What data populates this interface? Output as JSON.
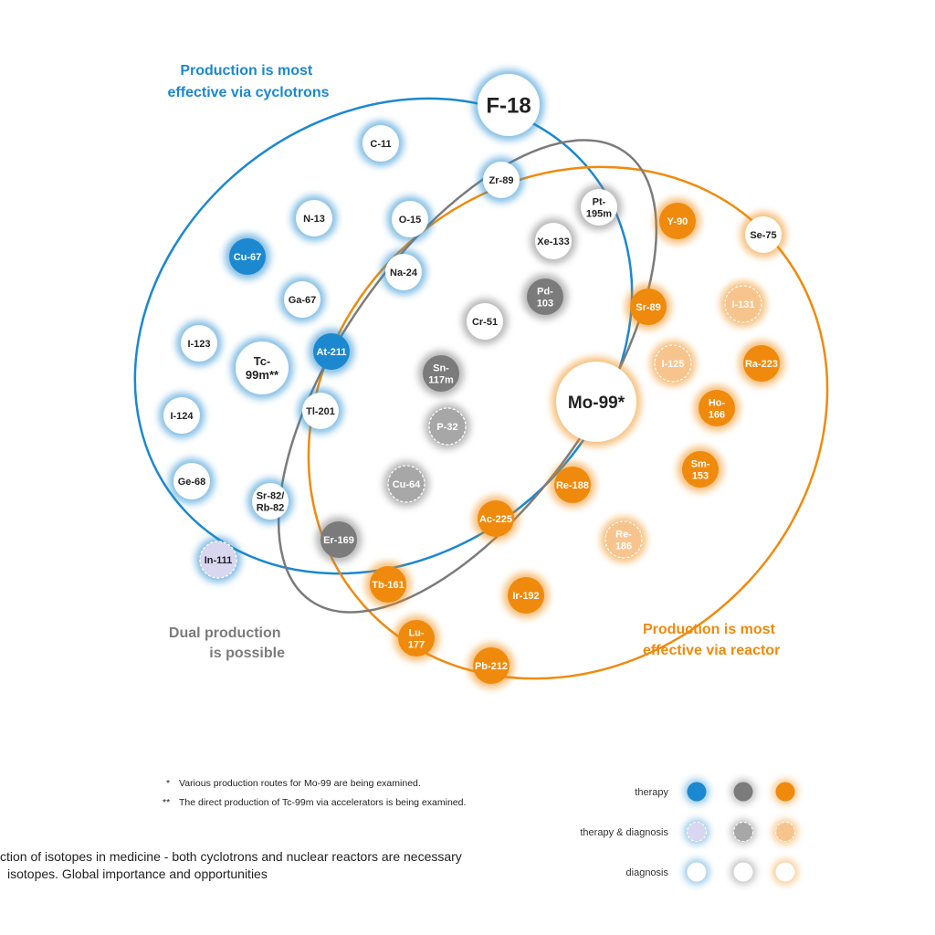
{
  "colors": {
    "cyclotron": "#1b88cf",
    "reactor": "#f08a0c",
    "dual": "#7b7b7b",
    "cyclotron_diag_fill": "#d9d6ef",
    "reactor_diag_fill": "#f8c48e",
    "dual_diag_fill": "#a7a7a7"
  },
  "regions": {
    "cyclotron": [
      "Production is most",
      "effective via cyclotrons"
    ],
    "dual": [
      "Dual production",
      "is possible"
    ],
    "reactor": [
      "Production is most",
      "effective via reactor"
    ]
  },
  "isotopes": [
    {
      "id": "F-18",
      "lines": [
        "F-18"
      ],
      "group": "cyclotron",
      "role": "diagnosis",
      "size": "xl"
    },
    {
      "id": "C-11",
      "lines": [
        "C-11"
      ],
      "group": "cyclotron",
      "role": "diagnosis",
      "size": "s"
    },
    {
      "id": "Zr-89",
      "lines": [
        "Zr-89"
      ],
      "group": "cyclotron",
      "role": "diagnosis",
      "size": "s"
    },
    {
      "id": "N-13",
      "lines": [
        "N-13"
      ],
      "group": "cyclotron",
      "role": "diagnosis",
      "size": "s"
    },
    {
      "id": "O-15",
      "lines": [
        "O-15"
      ],
      "group": "cyclotron",
      "role": "diagnosis",
      "size": "s"
    },
    {
      "id": "Cu-67",
      "lines": [
        "Cu-67"
      ],
      "group": "cyclotron",
      "role": "therapy",
      "size": "s"
    },
    {
      "id": "Na-24",
      "lines": [
        "Na-24"
      ],
      "group": "cyclotron",
      "role": "diagnosis",
      "size": "s"
    },
    {
      "id": "Ga-67",
      "lines": [
        "Ga-67"
      ],
      "group": "cyclotron",
      "role": "diagnosis",
      "size": "s"
    },
    {
      "id": "I-123",
      "lines": [
        "I-123"
      ],
      "group": "cyclotron",
      "role": "diagnosis",
      "size": "s"
    },
    {
      "id": "Tc-99m",
      "lines": [
        "Tc-",
        "99m**"
      ],
      "group": "cyclotron",
      "role": "diagnosis",
      "size": "m"
    },
    {
      "id": "At-211",
      "lines": [
        "At-211"
      ],
      "group": "cyclotron",
      "role": "therapy",
      "size": "s"
    },
    {
      "id": "I-124",
      "lines": [
        "I-124"
      ],
      "group": "cyclotron",
      "role": "diagnosis",
      "size": "s"
    },
    {
      "id": "Tl-201",
      "lines": [
        "Tl-201"
      ],
      "group": "cyclotron",
      "role": "diagnosis",
      "size": "s"
    },
    {
      "id": "Ge-68",
      "lines": [
        "Ge-68"
      ],
      "group": "cyclotron",
      "role": "diagnosis",
      "size": "s"
    },
    {
      "id": "Sr-82/Rb-82",
      "lines": [
        "Sr-82/",
        "Rb-82"
      ],
      "group": "cyclotron",
      "role": "diagnosis",
      "size": "s"
    },
    {
      "id": "In-111",
      "lines": [
        "In-111"
      ],
      "group": "cyclotron",
      "role": "therapy-diagnosis",
      "size": "s"
    },
    {
      "id": "Pt-195m",
      "lines": [
        "Pt-",
        "195m"
      ],
      "group": "dual",
      "role": "diagnosis",
      "size": "s"
    },
    {
      "id": "Xe-133",
      "lines": [
        "Xe-133"
      ],
      "group": "dual",
      "role": "diagnosis",
      "size": "s"
    },
    {
      "id": "Pd-103",
      "lines": [
        "Pd-",
        "103"
      ],
      "group": "dual",
      "role": "therapy",
      "size": "s"
    },
    {
      "id": "Cr-51",
      "lines": [
        "Cr-51"
      ],
      "group": "dual",
      "role": "diagnosis",
      "size": "s"
    },
    {
      "id": "Sn-117m",
      "lines": [
        "Sn-",
        "117m"
      ],
      "group": "dual",
      "role": "therapy",
      "size": "s"
    },
    {
      "id": "P-32",
      "lines": [
        "P-32"
      ],
      "group": "dual",
      "role": "therapy-diagnosis",
      "size": "s"
    },
    {
      "id": "Cu-64",
      "lines": [
        "Cu-64"
      ],
      "group": "dual",
      "role": "therapy-diagnosis",
      "size": "s"
    },
    {
      "id": "Er-169",
      "lines": [
        "Er-169"
      ],
      "group": "dual",
      "role": "therapy",
      "size": "s"
    },
    {
      "id": "Y-90",
      "lines": [
        "Y-90"
      ],
      "group": "reactor",
      "role": "therapy",
      "size": "s"
    },
    {
      "id": "Se-75",
      "lines": [
        "Se-75"
      ],
      "group": "reactor",
      "role": "diagnosis",
      "size": "s"
    },
    {
      "id": "Sr-89",
      "lines": [
        "Sr-89"
      ],
      "group": "reactor",
      "role": "therapy",
      "size": "s"
    },
    {
      "id": "I-131",
      "lines": [
        "I-131"
      ],
      "group": "reactor",
      "role": "therapy-diagnosis",
      "size": "s"
    },
    {
      "id": "I-125",
      "lines": [
        "I-125"
      ],
      "group": "reactor",
      "role": "therapy-diagnosis",
      "size": "s"
    },
    {
      "id": "Ra-223",
      "lines": [
        "Ra-223"
      ],
      "group": "reactor",
      "role": "therapy",
      "size": "s"
    },
    {
      "id": "Mo-99",
      "lines": [
        "Mo-99*"
      ],
      "group": "reactor",
      "role": "diagnosis",
      "size": "l"
    },
    {
      "id": "Ho-166",
      "lines": [
        "Ho-",
        "166"
      ],
      "group": "reactor",
      "role": "therapy",
      "size": "s"
    },
    {
      "id": "Sm-153",
      "lines": [
        "Sm-",
        "153"
      ],
      "group": "reactor",
      "role": "therapy",
      "size": "s"
    },
    {
      "id": "Re-188",
      "lines": [
        "Re-188"
      ],
      "group": "reactor",
      "role": "therapy",
      "size": "s"
    },
    {
      "id": "Ac-225",
      "lines": [
        "Ac-225"
      ],
      "group": "reactor",
      "role": "therapy",
      "size": "s"
    },
    {
      "id": "Re-186",
      "lines": [
        "Re-",
        "186"
      ],
      "group": "reactor",
      "role": "therapy-diagnosis",
      "size": "s"
    },
    {
      "id": "Tb-161",
      "lines": [
        "Tb-161"
      ],
      "group": "reactor",
      "role": "therapy",
      "size": "s"
    },
    {
      "id": "Ir-192",
      "lines": [
        "Ir-192"
      ],
      "group": "reactor",
      "role": "therapy",
      "size": "s"
    },
    {
      "id": "Lu-177",
      "lines": [
        "Lu-",
        "177"
      ],
      "group": "reactor",
      "role": "therapy",
      "size": "s"
    },
    {
      "id": "Pb-212",
      "lines": [
        "Pb-212"
      ],
      "group": "reactor",
      "role": "therapy",
      "size": "s"
    }
  ],
  "footnotes": [
    {
      "mark": "*",
      "text": "Various production routes for Mo-99 are being examined."
    },
    {
      "mark": "**",
      "text": "The direct production of Tc-99m via accelerators is being examined."
    }
  ],
  "caption": [
    "ction of isotopes in medicine - both cyclotrons and nuclear reactors are necessary",
    "isotopes. Global importance and opportunities"
  ],
  "legend": {
    "rows": [
      {
        "label": "therapy",
        "role": "therapy"
      },
      {
        "label": "therapy & diagnosis",
        "role": "therapy-diagnosis"
      },
      {
        "label": "diagnosis",
        "role": "diagnosis"
      }
    ],
    "groups": [
      "cyclotron",
      "dual",
      "reactor"
    ]
  }
}
